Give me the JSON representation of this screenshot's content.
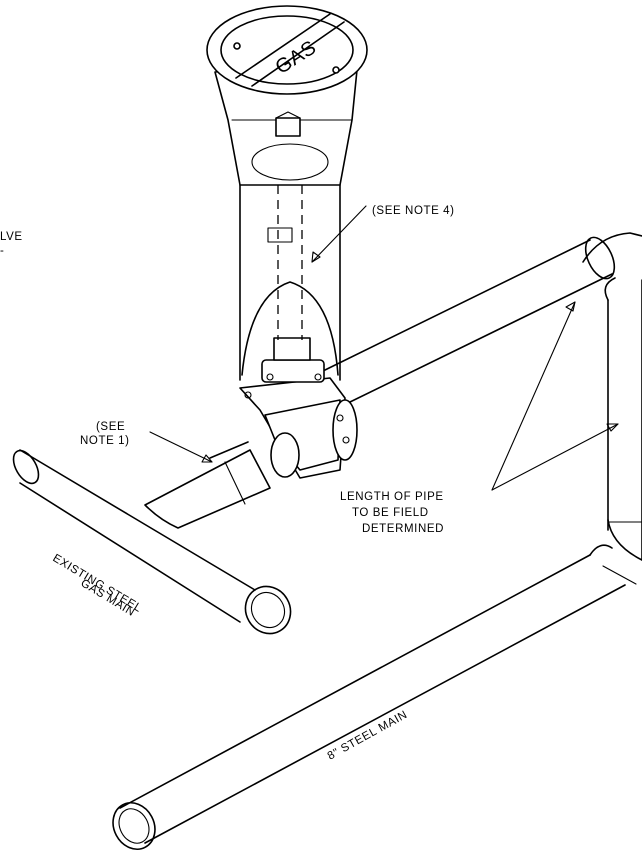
{
  "labels": {
    "gas_lid": "GAS",
    "valve_box_fragment_1": "LVE",
    "valve_box_fragment_2": "-",
    "see_note_4": "(SEE NOTE 4)",
    "see_note_1_line1": "(SEE",
    "see_note_1_line2": "NOTE 1)",
    "length_line1": "LENGTH OF PIPE",
    "length_line2": "TO BE FIELD",
    "length_line3": "DETERMINED",
    "existing_line1": "EXISTING STEEL",
    "existing_line2": "GAS MAIN",
    "steel_main": "8\" STEEL MAIN"
  }
}
